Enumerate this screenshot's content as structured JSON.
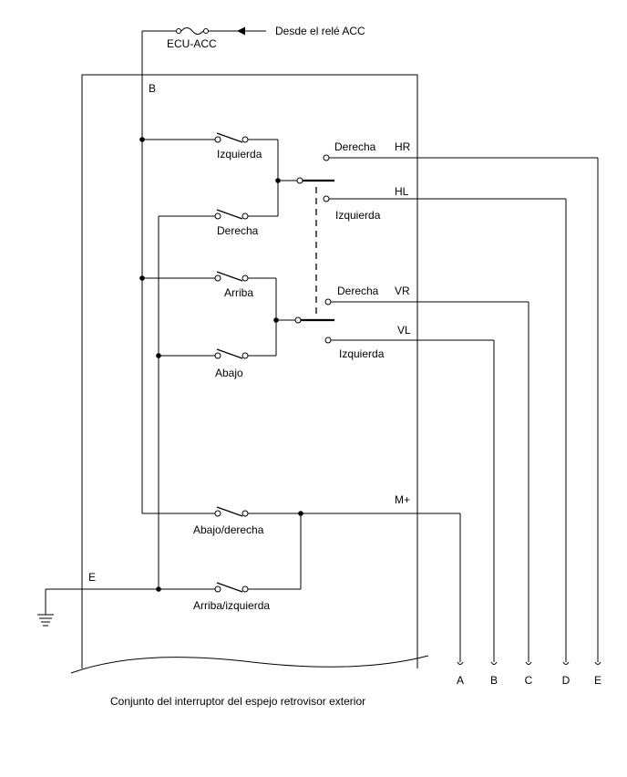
{
  "labels": {
    "fuse": "ECU-ACC",
    "source": "Desde el relé ACC",
    "terminal_b": "B",
    "terminal_e": "E",
    "caption": "Conjunto del interruptor del espejo retrovisor exterior"
  },
  "switches": {
    "izquierda": "Izquierda",
    "derecha": "Derecha",
    "arriba": "Arriba",
    "abajo": "Abajo",
    "abajo_derecha": "Abajo/derecha",
    "arriba_izquierda": "Arriba/izquierda"
  },
  "selector": {
    "upper_right": "Derecha",
    "upper_left": "Izquierda",
    "lower_right": "Derecha",
    "lower_left": "Izquierda"
  },
  "pins": {
    "hr": "HR",
    "hl": "HL",
    "vr": "VR",
    "vl": "VL",
    "mplus": "M+"
  },
  "connectors": [
    "A",
    "B",
    "C",
    "D",
    "E"
  ]
}
